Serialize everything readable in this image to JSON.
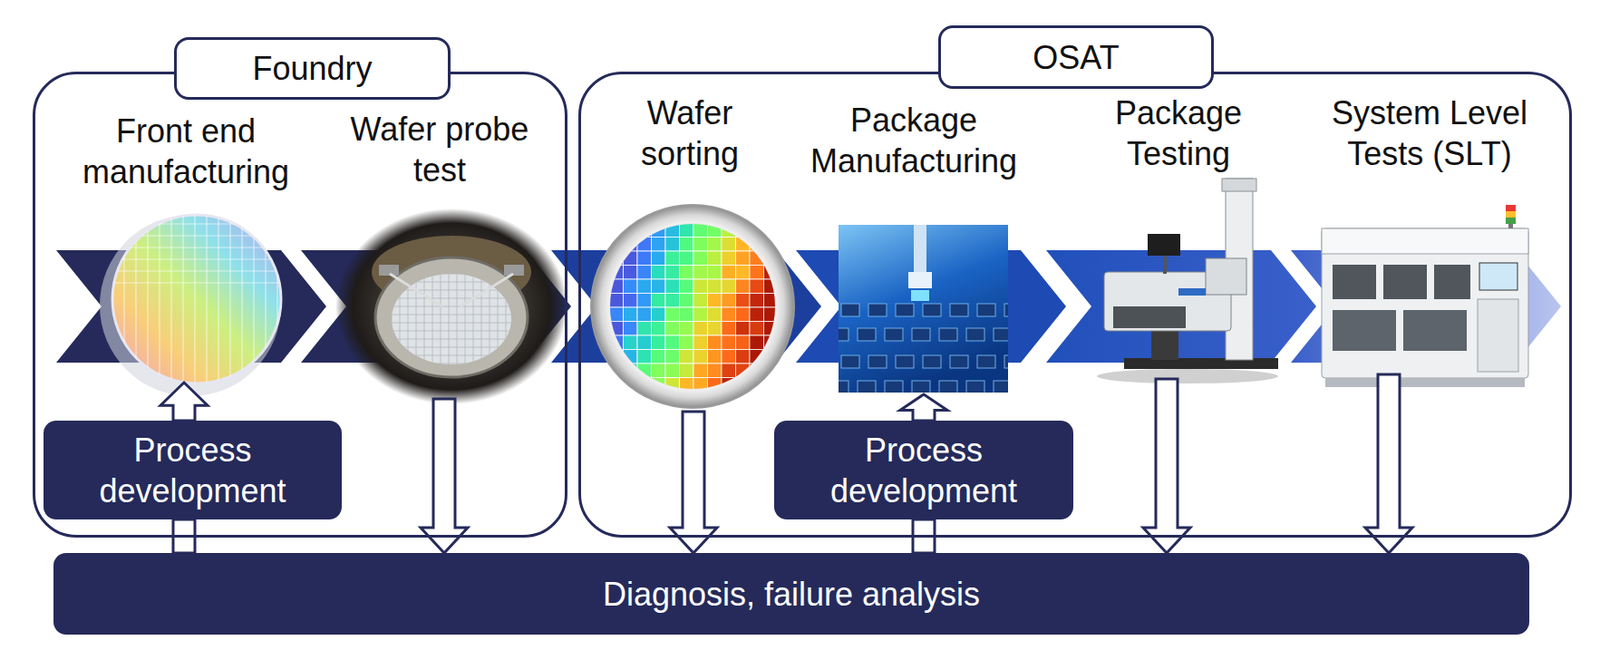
{
  "diagram": {
    "nodes": [
      {
        "text": [
          "Foundry"
        ]
      },
      {
        "text": [
          "Front end manufacturing"
        ],
        "in": 0
      },
      {
        "text": [
          "Wafer probe test"
        ],
        "in": 0
      },
      {
        "text": [
          "Process development"
        ],
        "in": 0
      },
      {
        "text": [
          "OSAT"
        ]
      },
      {
        "text": [
          "Wafer sorting"
        ],
        "in": 4
      },
      {
        "text": [
          "Package Manufacturing"
        ],
        "in": 4
      },
      {
        "text": [
          "Package Testing"
        ],
        "in": 4
      },
      {
        "text": [
          "System Level Tests (SLT)"
        ],
        "in": 4
      },
      {
        "text": [
          "Process development"
        ],
        "in": 4
      },
      {
        "text": [
          "Diagnosis, failure analysis"
        ]
      }
    ],
    "edges": [
      {
        "from": 10,
        "to": 3,
        "arrow": "none"
      },
      {
        "from": 3,
        "to": 1,
        "arrow": "to"
      },
      {
        "from": 2,
        "to": 10,
        "arrow": "to"
      },
      {
        "from": 5,
        "to": 10,
        "arrow": "to"
      },
      {
        "from": 10,
        "to": 9,
        "arrow": "none"
      },
      {
        "from": 9,
        "to": 6,
        "arrow": "to"
      },
      {
        "from": 7,
        "to": 10,
        "arrow": "to"
      },
      {
        "from": 8,
        "to": 10,
        "arrow": "to"
      }
    ]
  }
}
